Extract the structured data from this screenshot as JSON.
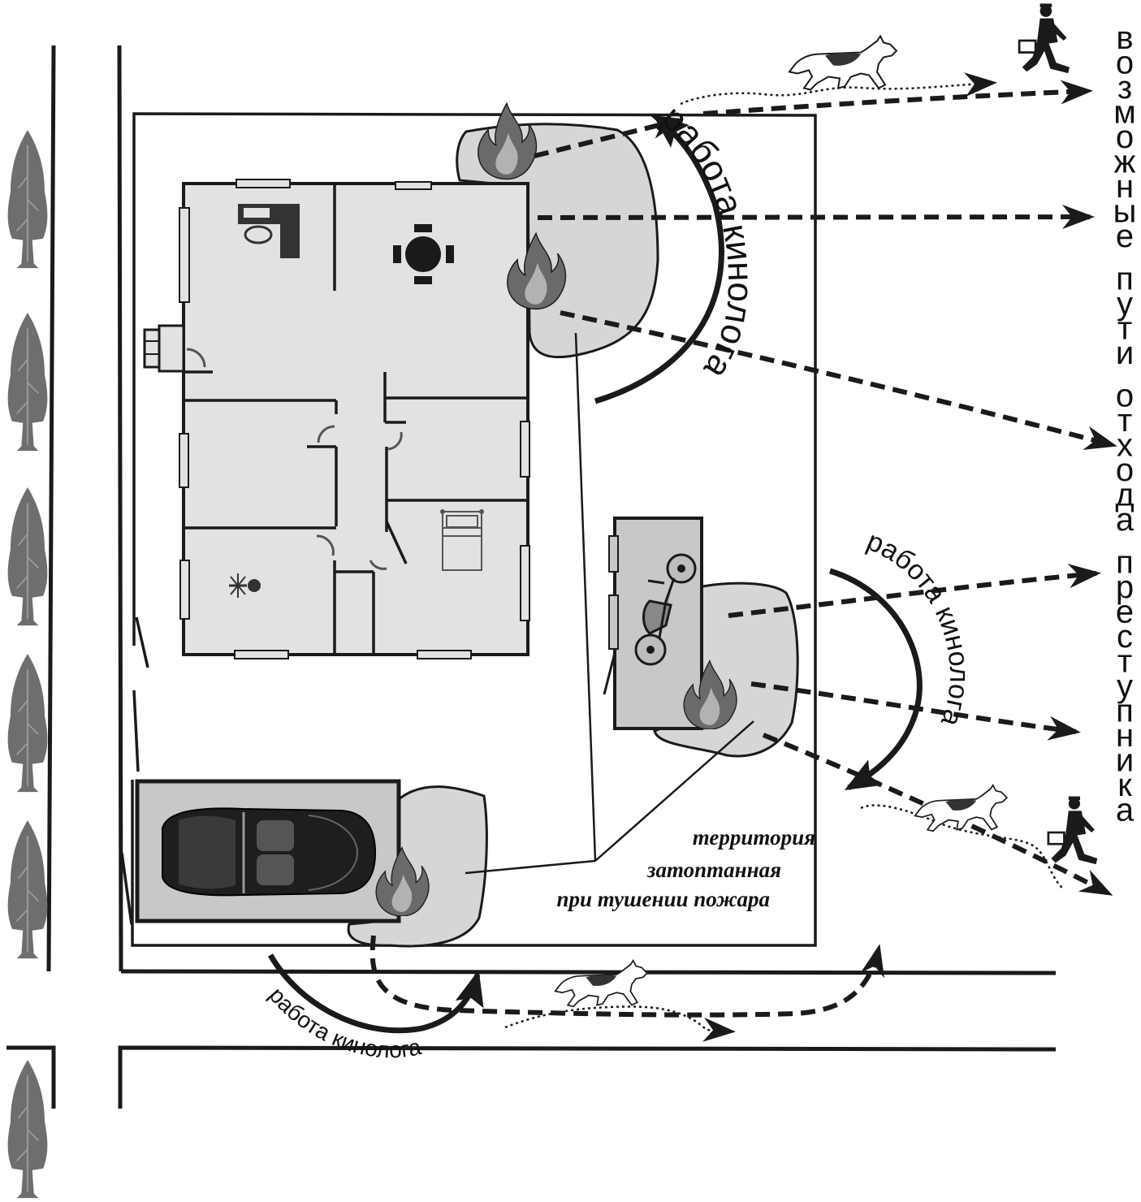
{
  "colors": {
    "ink": "#1a1a1a",
    "fill_light": "#e2e2e2",
    "fill_zone": "#d6d6d6",
    "fill_garage": "#c8c8c8",
    "tree": "#6e6e6e",
    "flame": "#6a6a6a"
  },
  "icons": {
    "tree": "tree-icon",
    "flame": "flame-icon",
    "dog": "dog-icon",
    "runner": "fleeing-person-icon",
    "car": "car-icon",
    "motorcycle": "motorcycle-icon",
    "table": "table-icon",
    "desk": "desk-icon",
    "bed": "bed-icon",
    "person": "person-icon"
  },
  "labels": {
    "handler_work_top": "работа кинолога",
    "handler_work_right": "работа кинолога",
    "handler_work_bottom": "работа кинолога",
    "trampled_line1": "территория",
    "trampled_line2": "затоптанная",
    "trampled_line3": "при тушении пожара",
    "escape_routes": "возможные пути отхода преступника"
  }
}
